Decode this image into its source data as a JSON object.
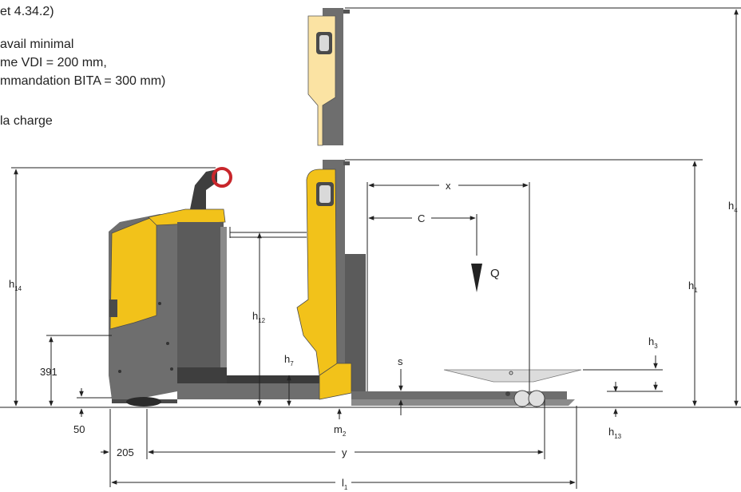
{
  "notes": {
    "line1": "et 4.34.2)",
    "line2": "avail minimal",
    "line3": "me VDI = 200 mm,",
    "line4": "mmandation BITA = 300 mm)",
    "line5": "la charge"
  },
  "dimensions": {
    "x": "x",
    "c": "C",
    "q": "Q",
    "s": "s",
    "h1_base": "h",
    "h1_sub": "1",
    "h3_base": "h",
    "h3_sub": "3",
    "h4_base": "h",
    "h4_sub": "4",
    "h7_base": "h",
    "h7_sub": "7",
    "h12_base": "h",
    "h12_sub": "12",
    "h13_base": "h",
    "h13_sub": "13",
    "h14_base": "h",
    "h14_sub": "14",
    "m2_base": "m",
    "m2_sub": "2",
    "l1_base": "l",
    "l1_sub": "1",
    "y": "y",
    "v391": "391",
    "v50": "50",
    "v205": "205"
  },
  "colors": {
    "body_yellow": "#f2c21a",
    "body_gray": "#6e6e6e",
    "mast_light": "#fbe3a3",
    "handle_red": "#c8262b",
    "dark_gray": "#3e3e3e"
  }
}
